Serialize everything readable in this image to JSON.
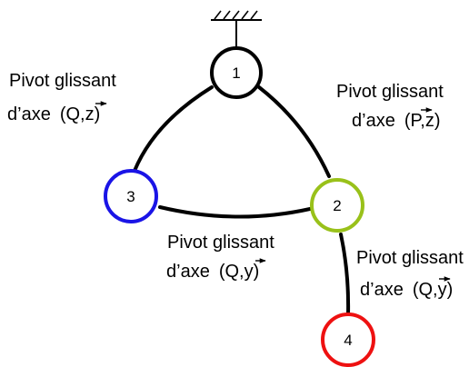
{
  "colors": {
    "background": "#ffffff",
    "link": "#000000",
    "node_1": "#000000",
    "node_2": "#99c11a",
    "node_3": "#1a14e6",
    "node_4": "#ee1111"
  },
  "ground_icon": "ground-hatch-icon",
  "nodes": [
    {
      "id": "1",
      "label": "1",
      "color": "#000000"
    },
    {
      "id": "2",
      "label": "2",
      "color": "#99c11a"
    },
    {
      "id": "3",
      "label": "3",
      "color": "#1a14e6"
    },
    {
      "id": "4",
      "label": "4",
      "color": "#ee1111"
    }
  ],
  "links": [
    {
      "from": "1",
      "to": "3",
      "line1": "Pivot glissant",
      "line2_prefix": "d’axe",
      "point": "Q",
      "axis": "z"
    },
    {
      "from": "1",
      "to": "2",
      "line1": "Pivot glissant",
      "line2_prefix": "d’axe",
      "point": "P",
      "axis": "z"
    },
    {
      "from": "3",
      "to": "2",
      "line1": "Pivot glissant",
      "line2_prefix": "d’axe",
      "point": "Q",
      "axis": "y"
    },
    {
      "from": "2",
      "to": "4",
      "line1": "Pivot glissant",
      "line2_prefix": "d’axe",
      "point": "Q",
      "axis": "y"
    }
  ]
}
